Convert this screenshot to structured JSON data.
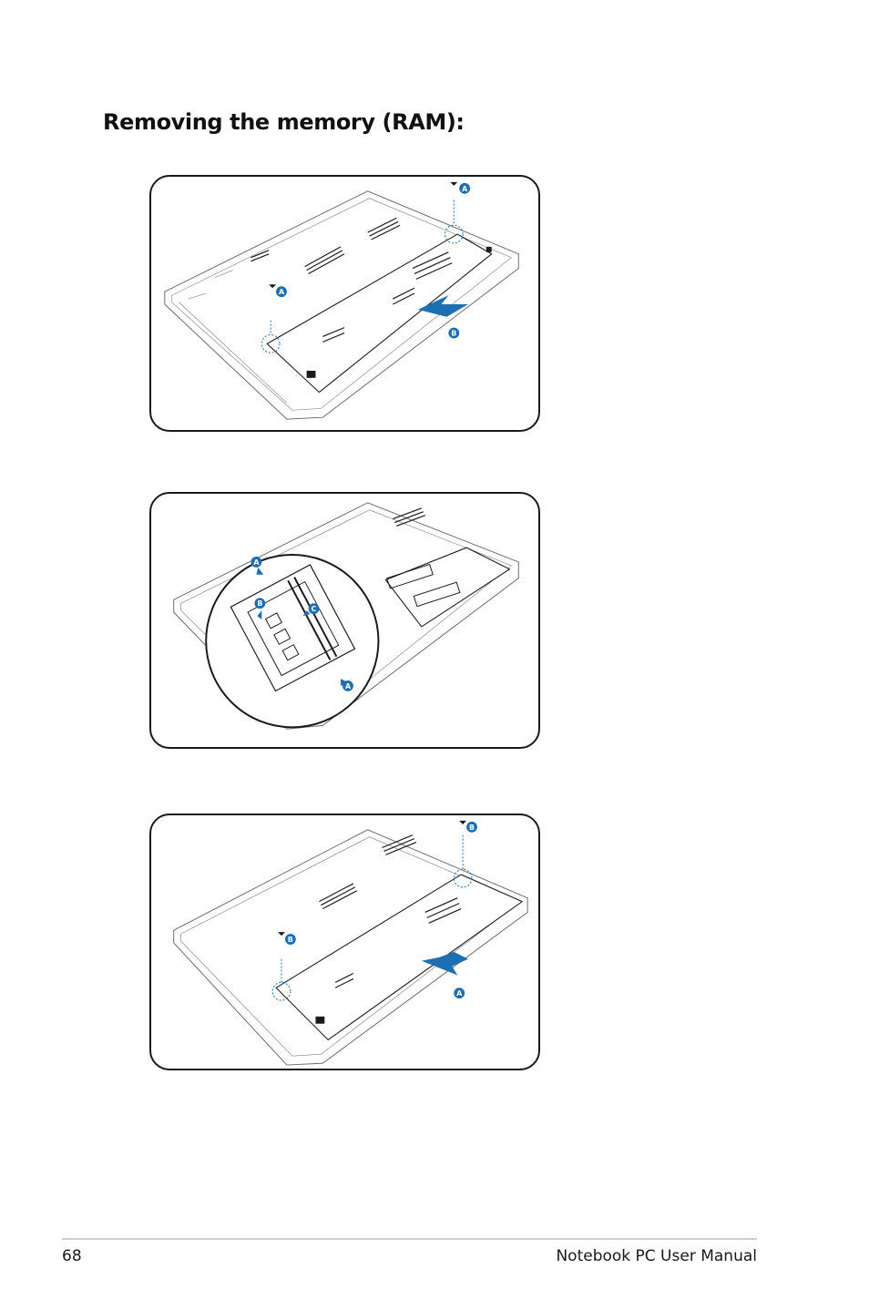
{
  "heading": "Removing the memory (RAM):",
  "figures": [
    {
      "callouts": [
        "A",
        "A",
        "B"
      ]
    },
    {
      "callouts": [
        "A",
        "B",
        "C",
        "A"
      ]
    },
    {
      "callouts": [
        "B",
        "B",
        "A"
      ]
    }
  ],
  "footer": {
    "page_number": "68",
    "manual_title": "Notebook PC User Manual"
  },
  "colors": {
    "callout_fill": "#1d6fb3",
    "frame": "#1a1a1a",
    "footer_rule": "#cfcfcf"
  }
}
